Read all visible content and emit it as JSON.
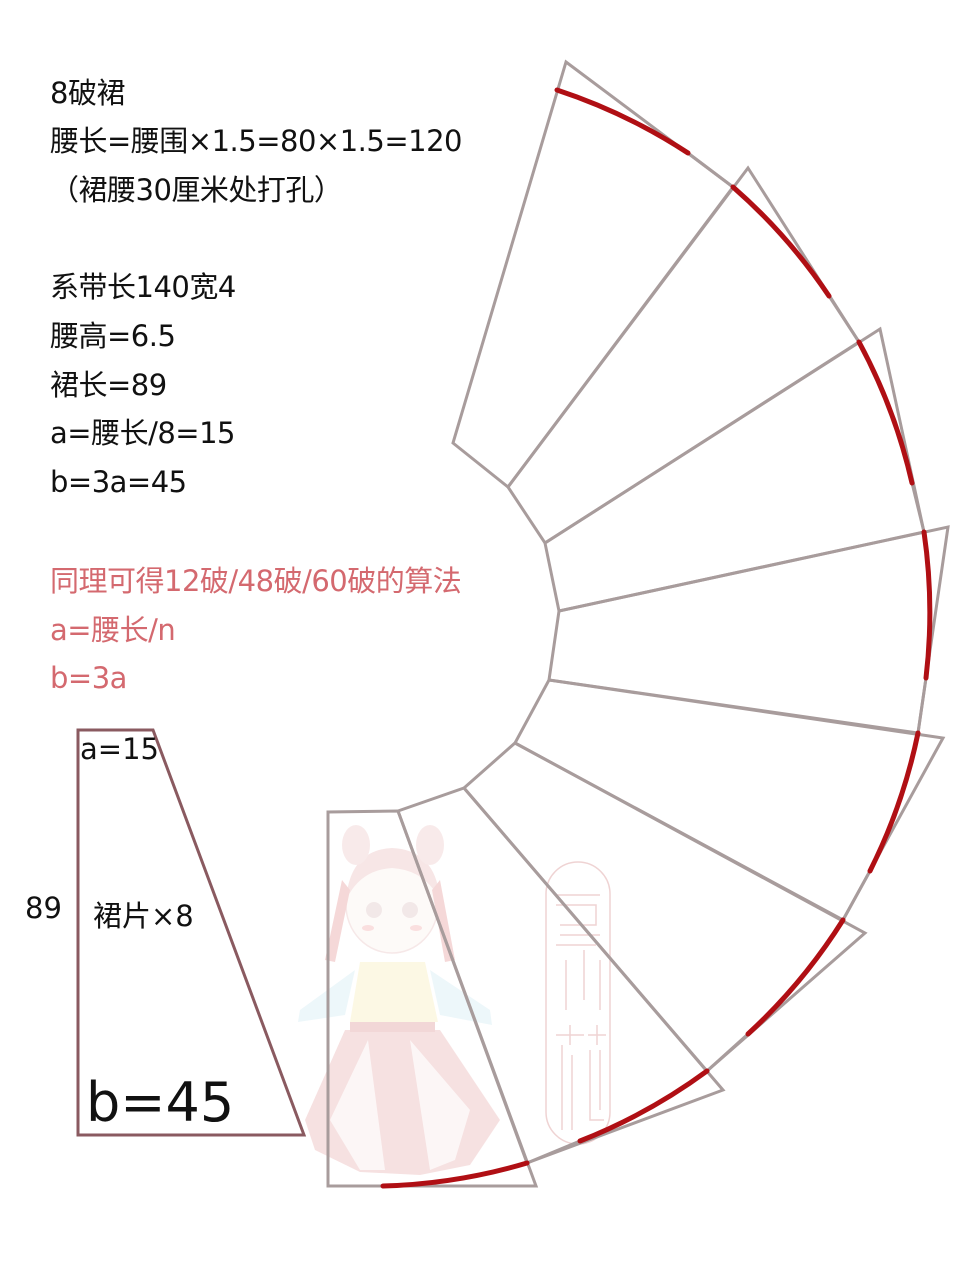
{
  "notes": {
    "title": "8破裙",
    "waist_length": "腰长=腰围×1.5=80×1.5=120",
    "waist_hole_note": "（裙腰30厘米处打孔）",
    "tie_band": "系带长140宽4",
    "waist_height": "腰高=6.5",
    "skirt_length": "裙长=89",
    "a_formula": "a=腰长/8=15",
    "b_formula": "b=3a=45"
  },
  "general_rule": {
    "heading": "同理可得12破/48破/60破的算法",
    "a_formula": "a=腰长/n",
    "b_formula": "b=3a"
  },
  "panel_pattern": {
    "top_label": "a=15",
    "height_label": "89",
    "center_label": "裙片×8",
    "bottom_label": "b=45"
  },
  "fan_diagram": {
    "panel_count": 8,
    "outline_color": "#a89c9c",
    "hem_color": "#b00f14",
    "panel_outline_color": "#8a5a60"
  },
  "colors": {
    "text": "#111111",
    "accent_text": "#d4696f"
  }
}
